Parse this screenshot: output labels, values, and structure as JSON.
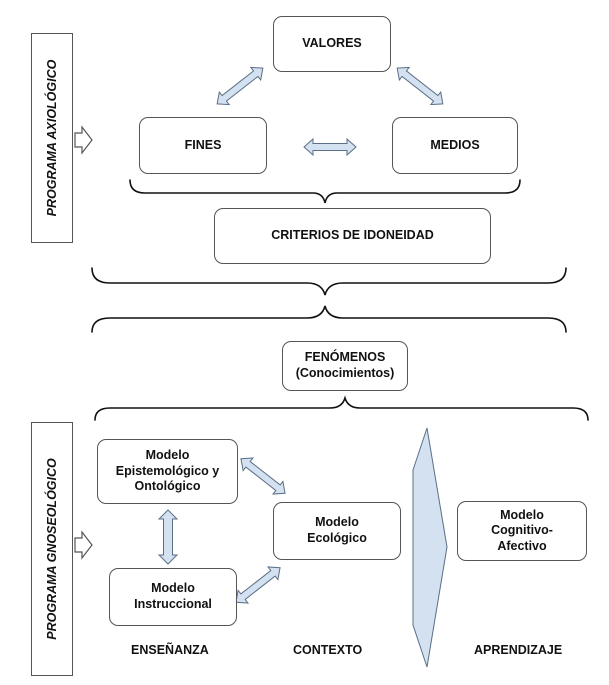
{
  "programs": {
    "axiologico": "PROGRAMA AXIOLÓGICO",
    "gnoseologico": "PROGRAMA GNOSEOLÓGICO"
  },
  "axiologico": {
    "valores": "VALORES",
    "fines": "FINES",
    "medios": "MEDIOS",
    "criterios": "CRITERIOS DE IDONEIDAD"
  },
  "fenomenos": {
    "line1": "FENÓMENOS",
    "line2": "(Conocimientos)"
  },
  "gnoseologico": {
    "epistemologico": [
      "Modelo",
      "Epistemológico y",
      "Ontológico"
    ],
    "instruccional": [
      "Modelo",
      "Instruccional"
    ],
    "ecologico": [
      "Modelo",
      "Ecológico"
    ],
    "cognitivo": [
      "Modelo",
      "Cognitivo-",
      "Afectivo"
    ]
  },
  "captions": {
    "ensenanza": "ENSEÑANZA",
    "contexto": "CONTEXTO",
    "aprendizaje": "APRENDIZAJE"
  },
  "colors": {
    "arrow_fill": "#d3e1f0",
    "arrow_stroke": "#5a6f86",
    "border": "#555555"
  }
}
